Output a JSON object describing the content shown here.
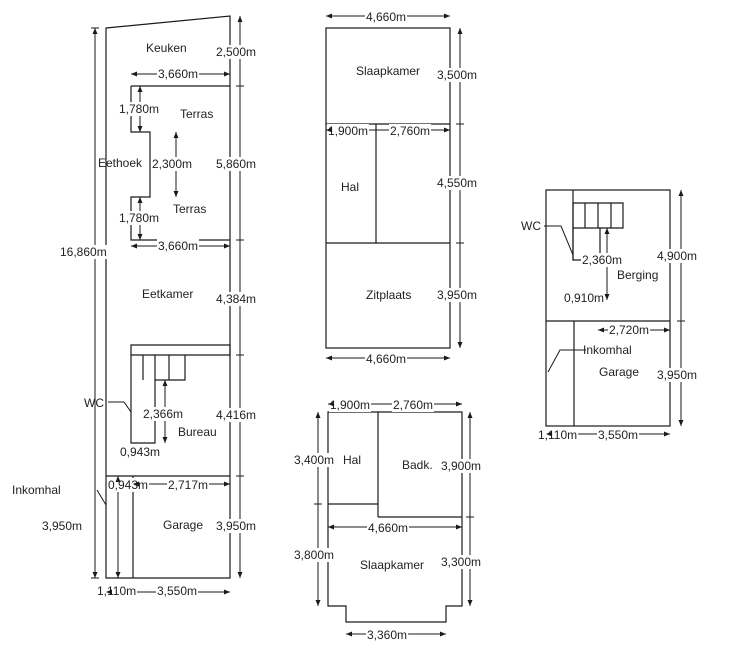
{
  "plan_left": {
    "rooms": {
      "keuken": "Keuken",
      "terras_top": "Terras",
      "eethoek": "Eethoek",
      "terras_bottom": "Terras",
      "eetkamer": "Eetkamer",
      "wc": "WC",
      "bureau": "Bureau",
      "inkomhal": "Inkomhal",
      "garage": "Garage"
    },
    "dims": {
      "total_height": "16,860m",
      "keuken_h": "2,500m",
      "terras_w_top": "3,660m",
      "terras_step_top": "1,780m",
      "eethoek_h": "5,860m",
      "terras_mid": "2,300m",
      "terras_step_bottom": "1,780m",
      "terras_w_bottom": "3,660m",
      "eetkamer_h": "4,384m",
      "wc_w": "2,366m",
      "bureau_h": "4,416m",
      "wc_small": "0,943m",
      "hal_w": "0,943m",
      "garage_w_top": "2,717m",
      "inkomhal_h": "3,950m",
      "garage_h": "3,950m",
      "bottom_small": "1,110m",
      "bottom_w": "3,550m"
    }
  },
  "plan_top_mid": {
    "rooms": {
      "slaapkamer": "Slaapkamer",
      "hal": "Hal",
      "zitplaats": "Zitplaats"
    },
    "dims": {
      "top_w": "4,660m",
      "slaapkamer_h": "3,500m",
      "hal_w": "1,900m",
      "right_w": "2,760m",
      "hal_h": "4,550m",
      "zit_h": "3,950m",
      "bottom_w": "4,660m"
    }
  },
  "plan_bottom_mid": {
    "rooms": {
      "hal": "Hal",
      "badk": "Badk.",
      "slaapkamer": "Slaapkamer"
    },
    "dims": {
      "hal_w": "1,900m",
      "badk_w": "2,760m",
      "hal_h": "3,400m",
      "badk_h": "3,900m",
      "mid_w": "4,660m",
      "left_h": "3,800m",
      "right_h": "3,300m",
      "bottom_w": "3,360m"
    }
  },
  "plan_right": {
    "rooms": {
      "wc": "WC",
      "berging": "Berging",
      "inkomhal": "Inkomhal",
      "garage": "Garage"
    },
    "dims": {
      "wc_h": "2,360m",
      "berging_h": "4,900m",
      "small": "0,910m",
      "mid_w": "2,720m",
      "garage_h": "3,950m",
      "bottom_small": "1,110m",
      "bottom_w": "3,550m"
    }
  }
}
